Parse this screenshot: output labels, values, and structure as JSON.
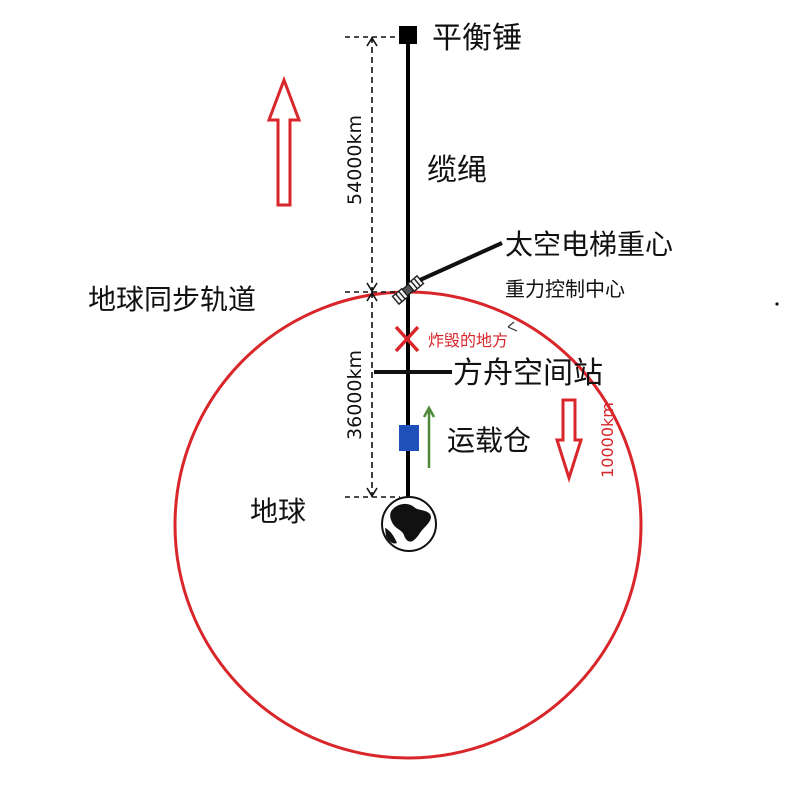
{
  "labels": {
    "counterweight": "平衡锤",
    "cable": "缆绳",
    "elevator_center": "太空电梯重心",
    "gravity_center": "重力控制中心",
    "geo_orbit": "地球同步轨道",
    "destroyed_place": "炸毁的地方",
    "ark_station": "方舟空间站",
    "climber": "运载仓",
    "earth": "地球"
  },
  "distances": {
    "upper": "54000km",
    "lower": "36000km",
    "red": "10000km"
  },
  "colors": {
    "orbit": "#d8262a",
    "arrow": "#d8262a",
    "climber": "#1f4fb8",
    "climber_arrow": "#4f8a3a",
    "cable": "#000000",
    "annotation": "#d8262a"
  },
  "icons": {
    "counterweight": "square-icon",
    "satellite": "satellite-icon",
    "destroyed": "x-mark-icon",
    "earth": "globe-icon"
  }
}
